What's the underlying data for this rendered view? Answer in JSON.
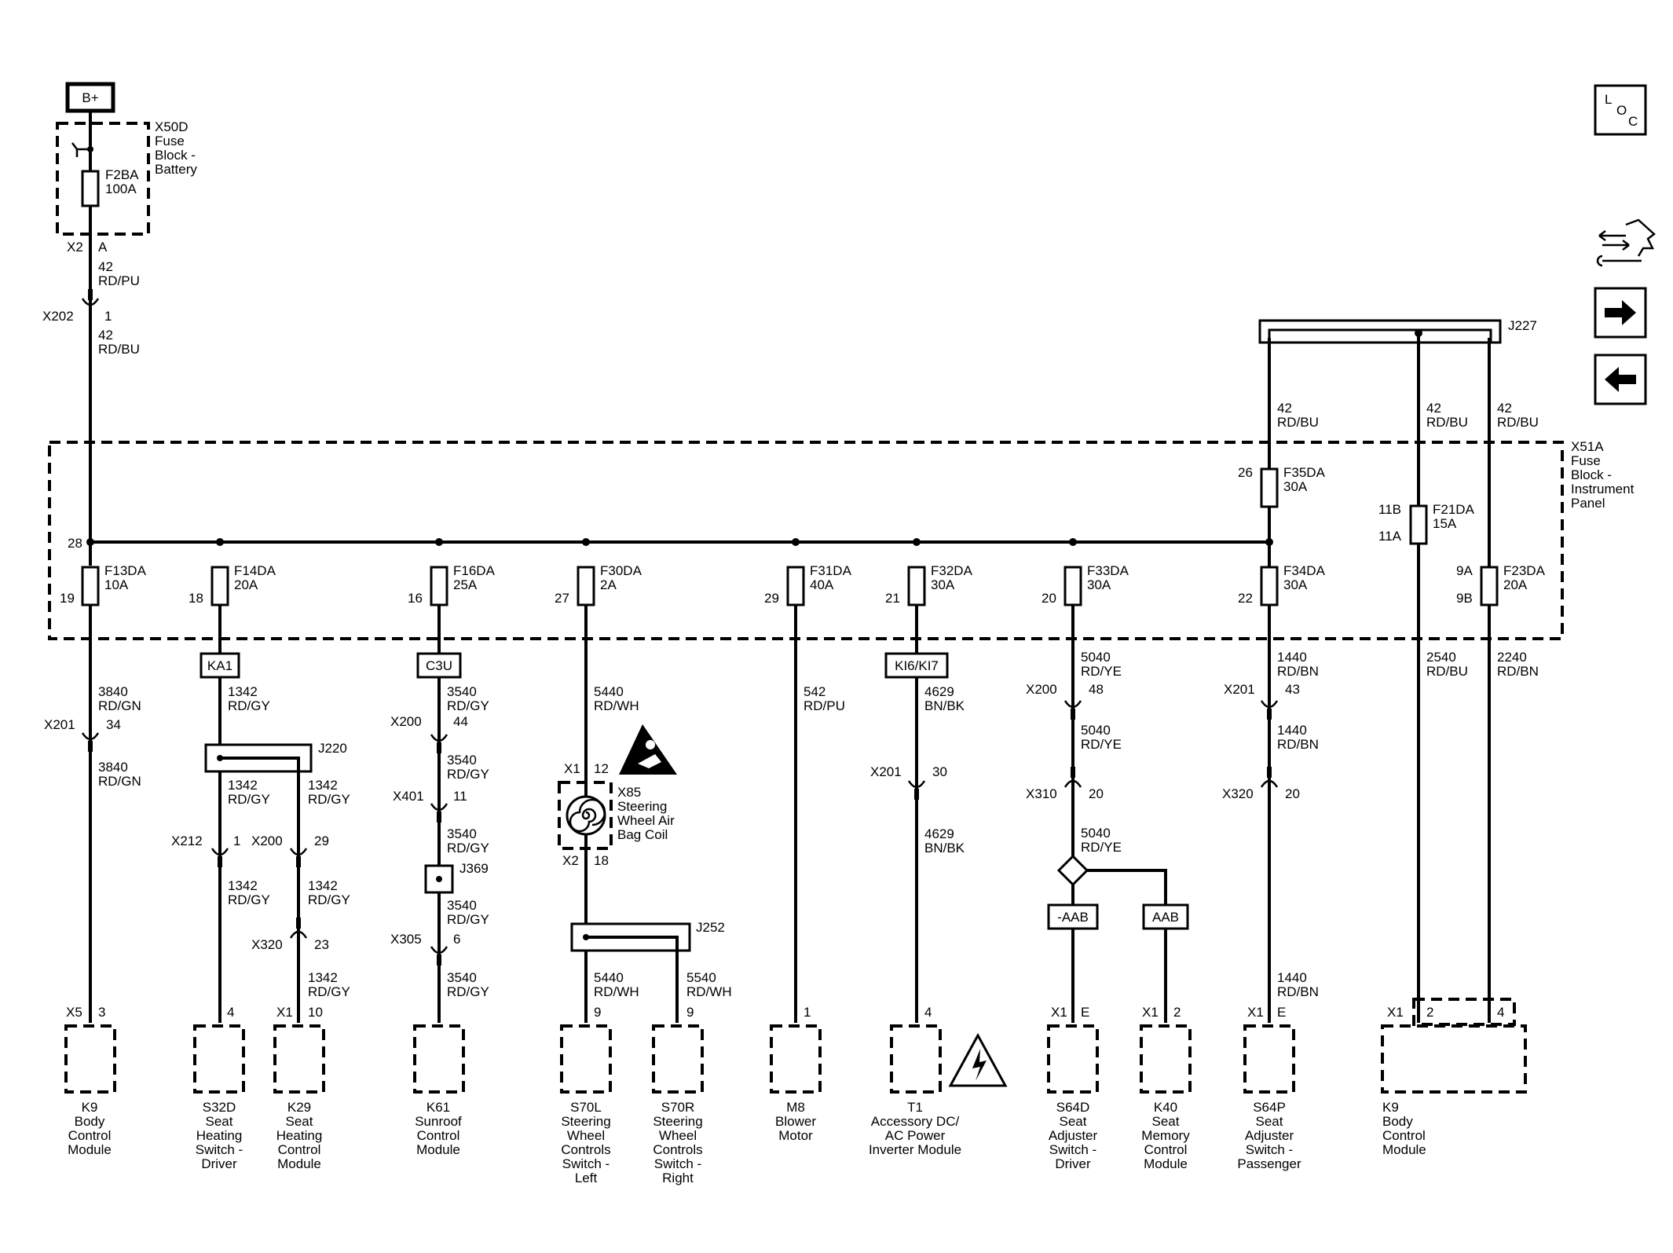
{
  "battery": {
    "label": "B+"
  },
  "x50d": {
    "line1": "X50D",
    "line2": "Fuse",
    "line3": "Block -",
    "line4": "Battery",
    "fuse": "F2BA",
    "rating": "100A",
    "conn": "X2",
    "pin": "A"
  },
  "wire_a": {
    "circuit": "42",
    "color": "RD/PU"
  },
  "x202": {
    "conn": "X202",
    "pin": "1"
  },
  "wire_b": {
    "circuit": "42",
    "color": "RD/BU"
  },
  "j227": {
    "label": "J227"
  },
  "x51a": {
    "line1": "X51A",
    "line2": "Fuse",
    "line3": "Block -",
    "line4": "Instrument",
    "line5": "Panel"
  },
  "loc": {
    "l": "L",
    "o": "O",
    "c": "C"
  },
  "feed_wires": [
    {
      "circuit": "42",
      "color": "RD/BU"
    },
    {
      "circuit": "42",
      "color": "RD/BU"
    },
    {
      "circuit": "42",
      "color": "RD/BU"
    }
  ],
  "fuses": [
    {
      "name": "F13DA",
      "rating": "10A",
      "pin_in": "28",
      "pin_out": "19"
    },
    {
      "name": "F14DA",
      "rating": "20A",
      "pin_out": "18"
    },
    {
      "name": "F16DA",
      "rating": "25A",
      "pin_out": "16"
    },
    {
      "name": "F30DA",
      "rating": "2A",
      "pin_out": "27"
    },
    {
      "name": "F31DA",
      "rating": "40A",
      "pin_out": "29"
    },
    {
      "name": "F32DA",
      "rating": "30A",
      "pin_out": "21"
    },
    {
      "name": "F33DA",
      "rating": "30A",
      "pin_out": "20"
    },
    {
      "name": "F34DA",
      "rating": "30A",
      "pin_out": "22"
    },
    {
      "name": "F35DA",
      "rating": "30A",
      "pin_in": "26"
    },
    {
      "name": "F21DA",
      "rating": "15A",
      "pin_in": "11B",
      "pin_out": "11A"
    },
    {
      "name": "F23DA",
      "rating": "20A",
      "pin_in": "9A",
      "pin_out": "9B"
    }
  ],
  "options": {
    "ka1": "KA1",
    "c3u": "C3U",
    "ki6": "KI6/KI7",
    "naab": "-AAB",
    "aab": "AAB"
  },
  "c1": {
    "w1": {
      "circuit": "3840",
      "color": "RD/GN"
    },
    "conn": {
      "name": "X201",
      "pin": "34"
    },
    "w2": {
      "circuit": "3840",
      "color": "RD/GN"
    },
    "comp_conn": "X5",
    "comp_pin": "3",
    "component": [
      "K9",
      "Body",
      "Control",
      "Module"
    ]
  },
  "c2": {
    "w1": {
      "circuit": "1342",
      "color": "RD/GY"
    },
    "splice": "J220",
    "w2a": {
      "circuit": "1342",
      "color": "RD/GY"
    },
    "w2b": {
      "circuit": "1342",
      "color": "RD/GY"
    },
    "connA": {
      "name": "X212",
      "pin": "1"
    },
    "connB": {
      "name": "X200",
      "pin": "29"
    },
    "w3a": {
      "circuit": "1342",
      "color": "RD/GY"
    },
    "w3b": {
      "circuit": "1342",
      "color": "RD/GY"
    },
    "connC": {
      "name": "X320",
      "pin": "23"
    },
    "w4b": {
      "circuit": "1342",
      "color": "RD/GY"
    },
    "compA_pin": "4",
    "compB_conn": "X1",
    "compB_pin": "10",
    "componentA": [
      "S32D",
      "Seat",
      "Heating",
      "Switch -",
      "Driver"
    ],
    "componentB": [
      "K29",
      "Seat",
      "Heating",
      "Control",
      "Module"
    ]
  },
  "c3": {
    "w1": {
      "circuit": "3540",
      "color": "RD/GY"
    },
    "conn1": {
      "name": "X200",
      "pin": "44"
    },
    "w2": {
      "circuit": "3540",
      "color": "RD/GY"
    },
    "conn2": {
      "name": "X401",
      "pin": "11"
    },
    "w3": {
      "circuit": "3540",
      "color": "RD/GY"
    },
    "splice": "J369",
    "w4": {
      "circuit": "3540",
      "color": "RD/GY"
    },
    "conn3": {
      "name": "X305",
      "pin": "6"
    },
    "w5": {
      "circuit": "3540",
      "color": "RD/GY"
    },
    "component": [
      "K61",
      "Sunroof",
      "Control",
      "Module"
    ]
  },
  "c4": {
    "w1": {
      "circuit": "5440",
      "color": "RD/WH"
    },
    "coil_conn_top": "X1",
    "coil_pin_top": "12",
    "coil_conn_bot": "X2",
    "coil_pin_bot": "18",
    "coil": [
      "X85",
      "Steering",
      "Wheel Air",
      "Bag Coil"
    ],
    "splice": "J252",
    "w2a": {
      "circuit": "5440",
      "color": "RD/WH"
    },
    "w2b": {
      "circuit": "5540",
      "color": "RD/WH"
    },
    "compA_pin": "9",
    "compB_pin": "9",
    "componentA": [
      "S70L",
      "Steering",
      "Wheel",
      "Controls",
      "Switch -",
      "Left"
    ],
    "componentB": [
      "S70R",
      "Steering",
      "Wheel",
      "Controls",
      "Switch -",
      "Right"
    ]
  },
  "c5": {
    "w1": {
      "circuit": "542",
      "color": "RD/PU"
    },
    "comp_pin": "1",
    "component": [
      "M8",
      "Blower",
      "Motor"
    ]
  },
  "c6": {
    "w1": {
      "circuit": "4629",
      "color": "BN/BK"
    },
    "conn": {
      "name": "X201",
      "pin": "30"
    },
    "w2": {
      "circuit": "4629",
      "color": "BN/BK"
    },
    "comp_pin": "4",
    "component": [
      "T1",
      "Accessory DC/",
      "AC Power",
      "Inverter Module"
    ]
  },
  "c7": {
    "w1": {
      "circuit": "5040",
      "color": "RD/YE"
    },
    "conn1": {
      "name": "X200",
      "pin": "48"
    },
    "w2": {
      "circuit": "5040",
      "color": "RD/YE"
    },
    "conn2": {
      "name": "X310",
      "pin": "20"
    },
    "w3": {
      "circuit": "5040",
      "color": "RD/YE"
    },
    "compA_conn": "X1",
    "compA_pin": "E",
    "compB_conn": "X1",
    "compB_pin": "2",
    "componentA": [
      "S64D",
      "Seat",
      "Adjuster",
      "Switch -",
      "Driver"
    ],
    "componentB": [
      "K40",
      "Seat",
      "Memory",
      "Control",
      "Module"
    ]
  },
  "c8": {
    "w1": {
      "circuit": "1440",
      "color": "RD/BN"
    },
    "conn1": {
      "name": "X201",
      "pin": "43"
    },
    "w2": {
      "circuit": "1440",
      "color": "RD/BN"
    },
    "conn2": {
      "name": "X320",
      "pin": "20"
    },
    "w3": {
      "circuit": "1440",
      "color": "RD/BN"
    },
    "comp_conn": "X1",
    "comp_pin": "E",
    "component": [
      "S64P",
      "Seat",
      "Adjuster",
      "Switch -",
      "Passenger"
    ]
  },
  "c9": {
    "wA": {
      "circuit": "2540",
      "color": "RD/BU"
    },
    "wB": {
      "circuit": "2240",
      "color": "RD/BN"
    },
    "comp_conn": "X1",
    "pinA": "2",
    "pinB": "4",
    "component": [
      "K9",
      "Body",
      "Control",
      "Module"
    ]
  }
}
